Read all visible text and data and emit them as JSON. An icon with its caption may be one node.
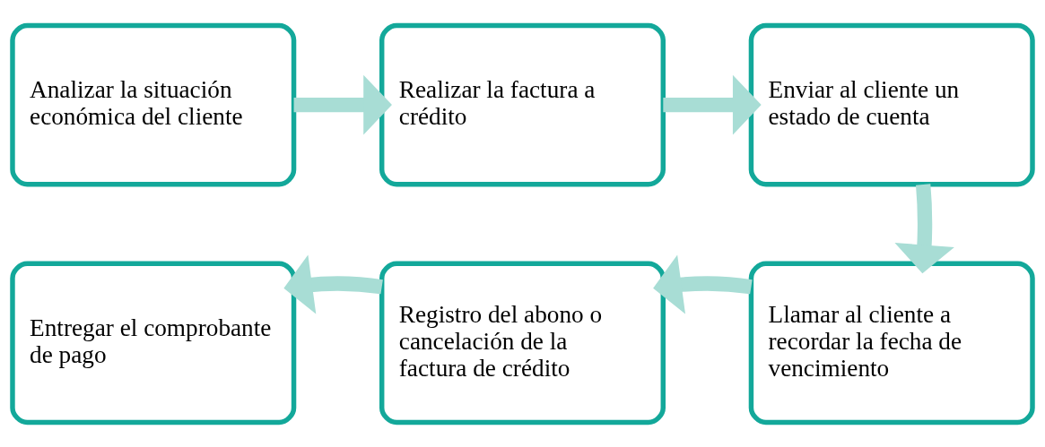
{
  "diagram": {
    "nodes": [
      {
        "text": [
          "Analizar la situación económica del cliente"
        ]
      },
      {
        "text": [
          "Realizar la factura a crédito"
        ]
      },
      {
        "text": [
          "Enviar al cliente un estado de cuenta"
        ]
      },
      {
        "text": [
          "Llamar al cliente a recordar la fecha de vencimiento"
        ]
      },
      {
        "text": [
          "Registro del abono o cancelación de la factura de crédito"
        ]
      },
      {
        "text": [
          "Entregar el comprobante de pago"
        ]
      }
    ],
    "edges": [
      {
        "from": 0,
        "to": 1,
        "arrow": "to"
      },
      {
        "from": 1,
        "to": 2,
        "arrow": "to"
      },
      {
        "from": 2,
        "to": 3,
        "arrow": "to"
      },
      {
        "from": 3,
        "to": 4,
        "arrow": "to"
      },
      {
        "from": 4,
        "to": 5,
        "arrow": "to"
      }
    ]
  }
}
